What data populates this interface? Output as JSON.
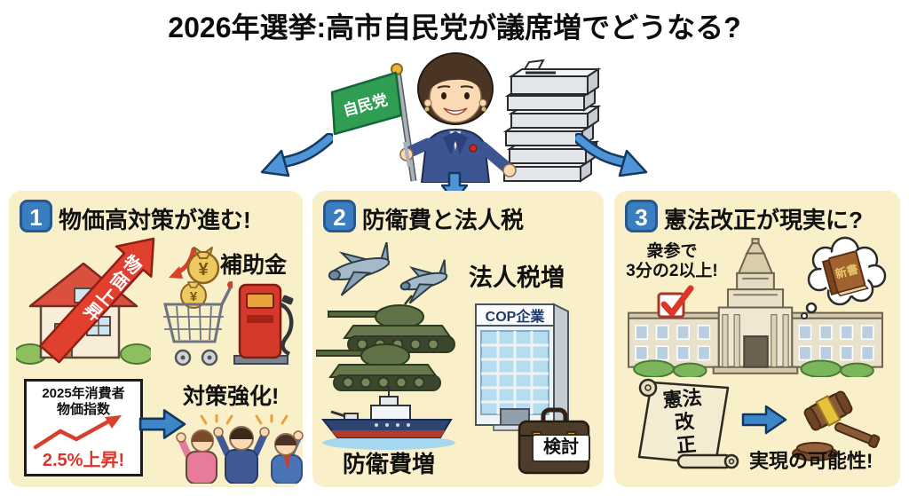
{
  "title": "2026年選挙:高市自民党が議席増でどうなる?",
  "hero": {
    "flag_label": "自民党"
  },
  "panel1": {
    "number": "1",
    "title": "物価高対策が進む!",
    "price_rise_label": "物価上昇",
    "yen_symbol": "¥",
    "subsidy_label": "補助金",
    "stat_box": {
      "title_line1": "2025年消費者",
      "title_line2": "物価指数",
      "value": "2.5%上昇!"
    },
    "action_label": "対策強化!"
  },
  "panel2": {
    "number": "2",
    "title": "防衛費と法人税",
    "corporate_tax_label": "法人税増",
    "building_sign": "COP企業",
    "defense_label": "防衛費増",
    "briefcase_label": "検討"
  },
  "panel3": {
    "number": "3",
    "title": "憲法改正が現実に?",
    "majority_line1": "衆参で",
    "majority_line2": "3分の2以上!",
    "book_label": "新書",
    "scroll_line1": "憲法",
    "scroll_line2": "改",
    "scroll_line3": "正",
    "result_label": "実現の可能性!"
  },
  "colors": {
    "panel_bg": "#f9f0ca",
    "badge_blue": "#3a7dc0",
    "arrow_blue": "#4f94d6",
    "accent_red": "#d8372a",
    "flag_green": "#2f9e52"
  },
  "illustrations": {
    "hero": "politician-with-ldp-flag-and-ballot-box-stack",
    "panel1": [
      "house",
      "price-rise-arrow",
      "money-bags",
      "shopping-cart",
      "fuel-pump",
      "cpi-trend-chart",
      "cheering-people"
    ],
    "panel2": [
      "fighter-jets",
      "tanks",
      "office-building",
      "warship",
      "briefcase"
    ],
    "panel3": [
      "red-checkbox",
      "national-diet-building",
      "thought-bubble-book",
      "constitution-scroll",
      "gavel"
    ]
  }
}
